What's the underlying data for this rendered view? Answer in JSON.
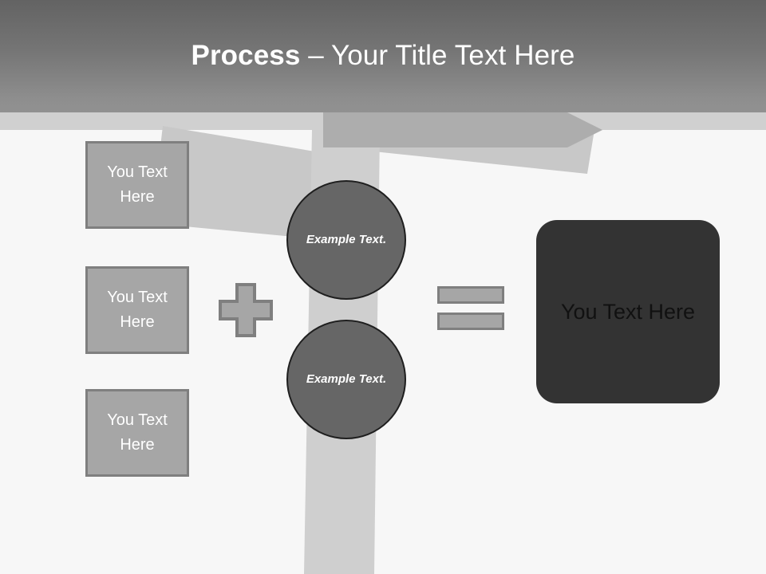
{
  "slide": {
    "title": {
      "emphasis": "Process",
      "rest": " – Your Title Text Here"
    }
  },
  "left_boxes": [
    {
      "label": "You Text Here"
    },
    {
      "label": "You Text Here"
    },
    {
      "label": "You Text Here"
    }
  ],
  "circles": [
    {
      "label": "Example Text."
    },
    {
      "label": "Example Text."
    }
  ],
  "operators": {
    "plus": "plus-sign",
    "equals": "equals-sign"
  },
  "result": {
    "label": "You Text Here"
  },
  "colors": {
    "header_gradient_top": "#636363",
    "header_gradient_bottom": "#919191",
    "slide_background": "#F7F7F7",
    "ribbon_light": "#D0D0D0",
    "arrow_band": "#ADADAD",
    "ribbon_slant": "#C8C8C8",
    "column": "#CFCFCF",
    "box_fill": "#A6A6A6",
    "box_border": "#7F7F7F",
    "circle_fill": "#666666",
    "circle_border": "#1F1F1F",
    "result_fill": "#333333",
    "result_text": "#111111",
    "title_text": "#FFFFFF"
  }
}
